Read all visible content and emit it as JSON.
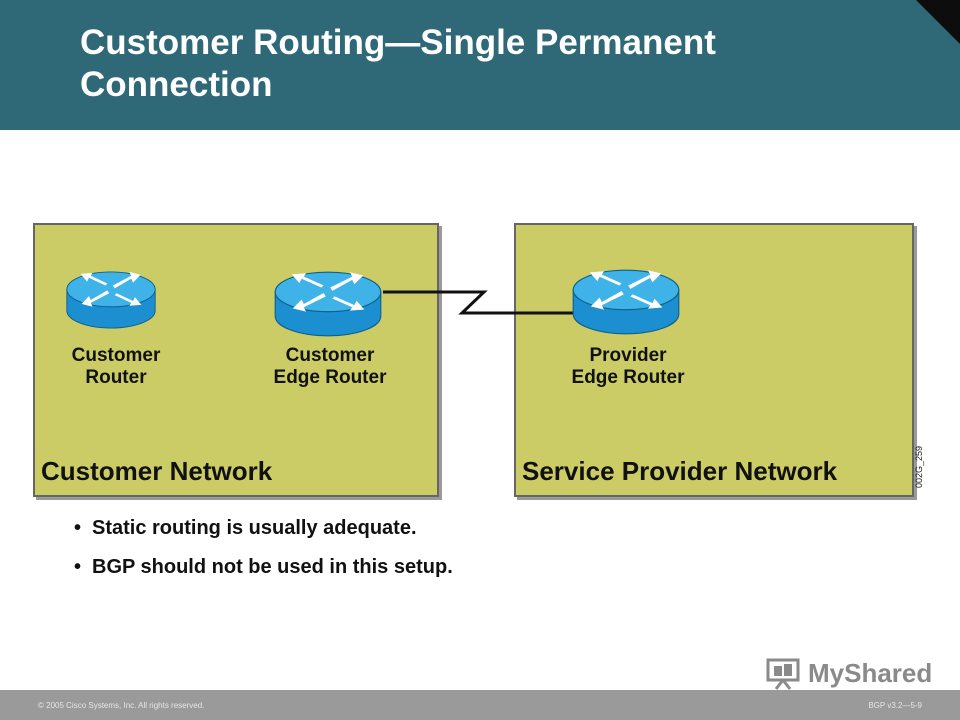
{
  "slide": {
    "title": "Customer Routing—Single Permanent Connection"
  },
  "diagram": {
    "networks": [
      {
        "label": "Customer Network"
      },
      {
        "label": "Service Provider Network"
      }
    ],
    "routers": [
      {
        "label": "Customer\nRouter"
      },
      {
        "label": "Customer\nEdge Router"
      },
      {
        "label": "Provider\nEdge Router"
      }
    ],
    "figure_id": "002G_259",
    "router_colors": {
      "body": "#1b8fcf",
      "top": "#3fb3e8",
      "arrows": "#ffffff"
    }
  },
  "bullets": [
    "Static routing is usually adequate.",
    "BGP should not be used in this setup."
  ],
  "footer": {
    "copyright": "© 2005 Cisco Systems, Inc. All rights reserved.",
    "slide_ref": "BGP v3.2—5-9"
  },
  "watermark": {
    "text": "MyShared"
  }
}
